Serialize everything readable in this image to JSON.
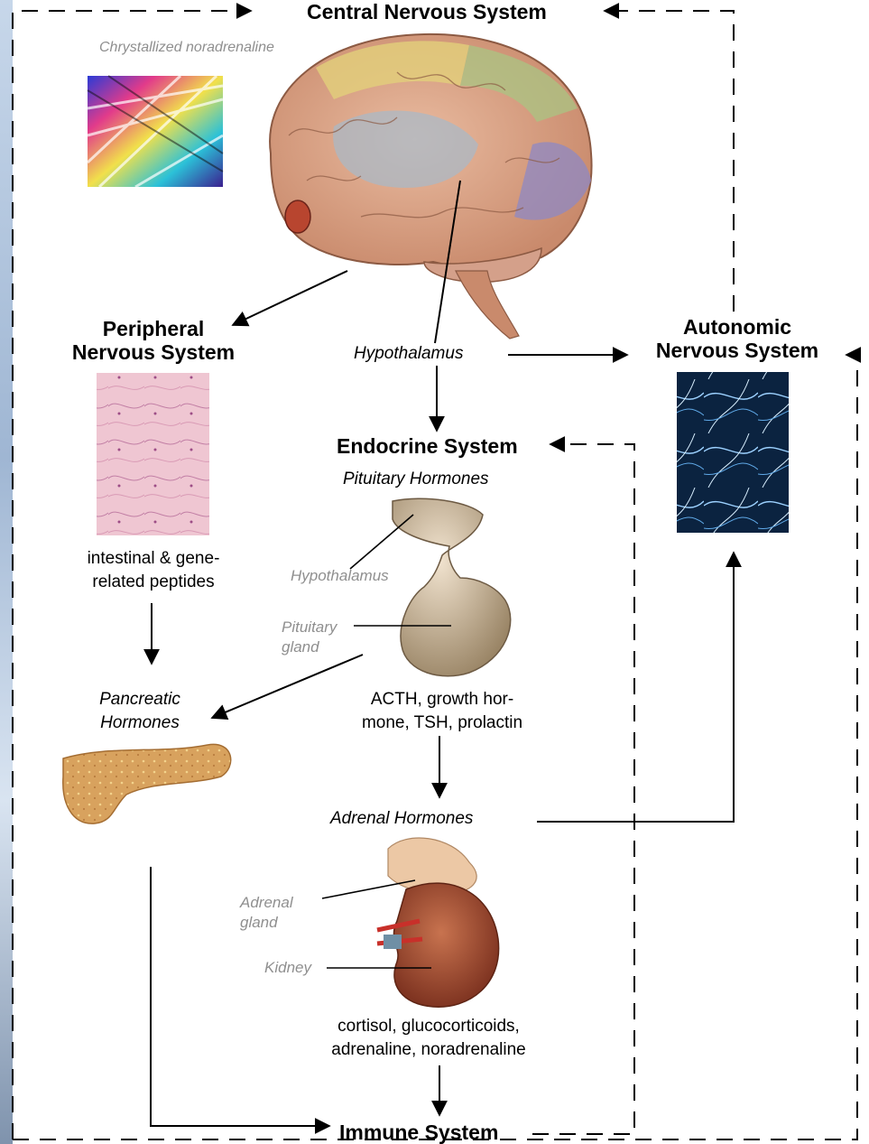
{
  "labels": {
    "cns": "Central Nervous System",
    "crystal": "Chrystallized noradrenaline",
    "pns_line1": "Peripheral",
    "pns_line2": "Nervous System",
    "hypothalamus": "Hypothalamus",
    "ans_line1": "Autonomic",
    "ans_line2": "Nervous System",
    "endocrine": "Endocrine System",
    "pituitary_hormones": "Pituitary Hormones",
    "peptides_line1": "intestinal & gene-",
    "peptides_line2": "related peptides",
    "pit_hypothalamus": "Hypothalamus",
    "pit_gland_line1": "Pituitary",
    "pit_gland_line2": "gland",
    "pancreatic_line1": "Pancreatic",
    "pancreatic_line2": "Hormones",
    "acth_line1": "ACTH, growth hor-",
    "acth_line2": "mone, TSH, prolactin",
    "adrenal_hormones": "Adrenal Hormones",
    "adrenal_gland_line1": "Adrenal",
    "adrenal_gland_line2": "gland",
    "kidney": "Kidney",
    "cortisol_line1": "cortisol, glucocorticoids,",
    "cortisol_line2": "adrenaline, noradrenaline",
    "immune": "Immune System"
  },
  "colors": {
    "line": "#000000",
    "callout_text": "#8f8f8f",
    "brain": "#d9a488",
    "pancreas": "#d9a05a",
    "kidney": "#a8553a",
    "neuron_bg": "#0d2a4a",
    "tissue": "#e9b9c8"
  }
}
